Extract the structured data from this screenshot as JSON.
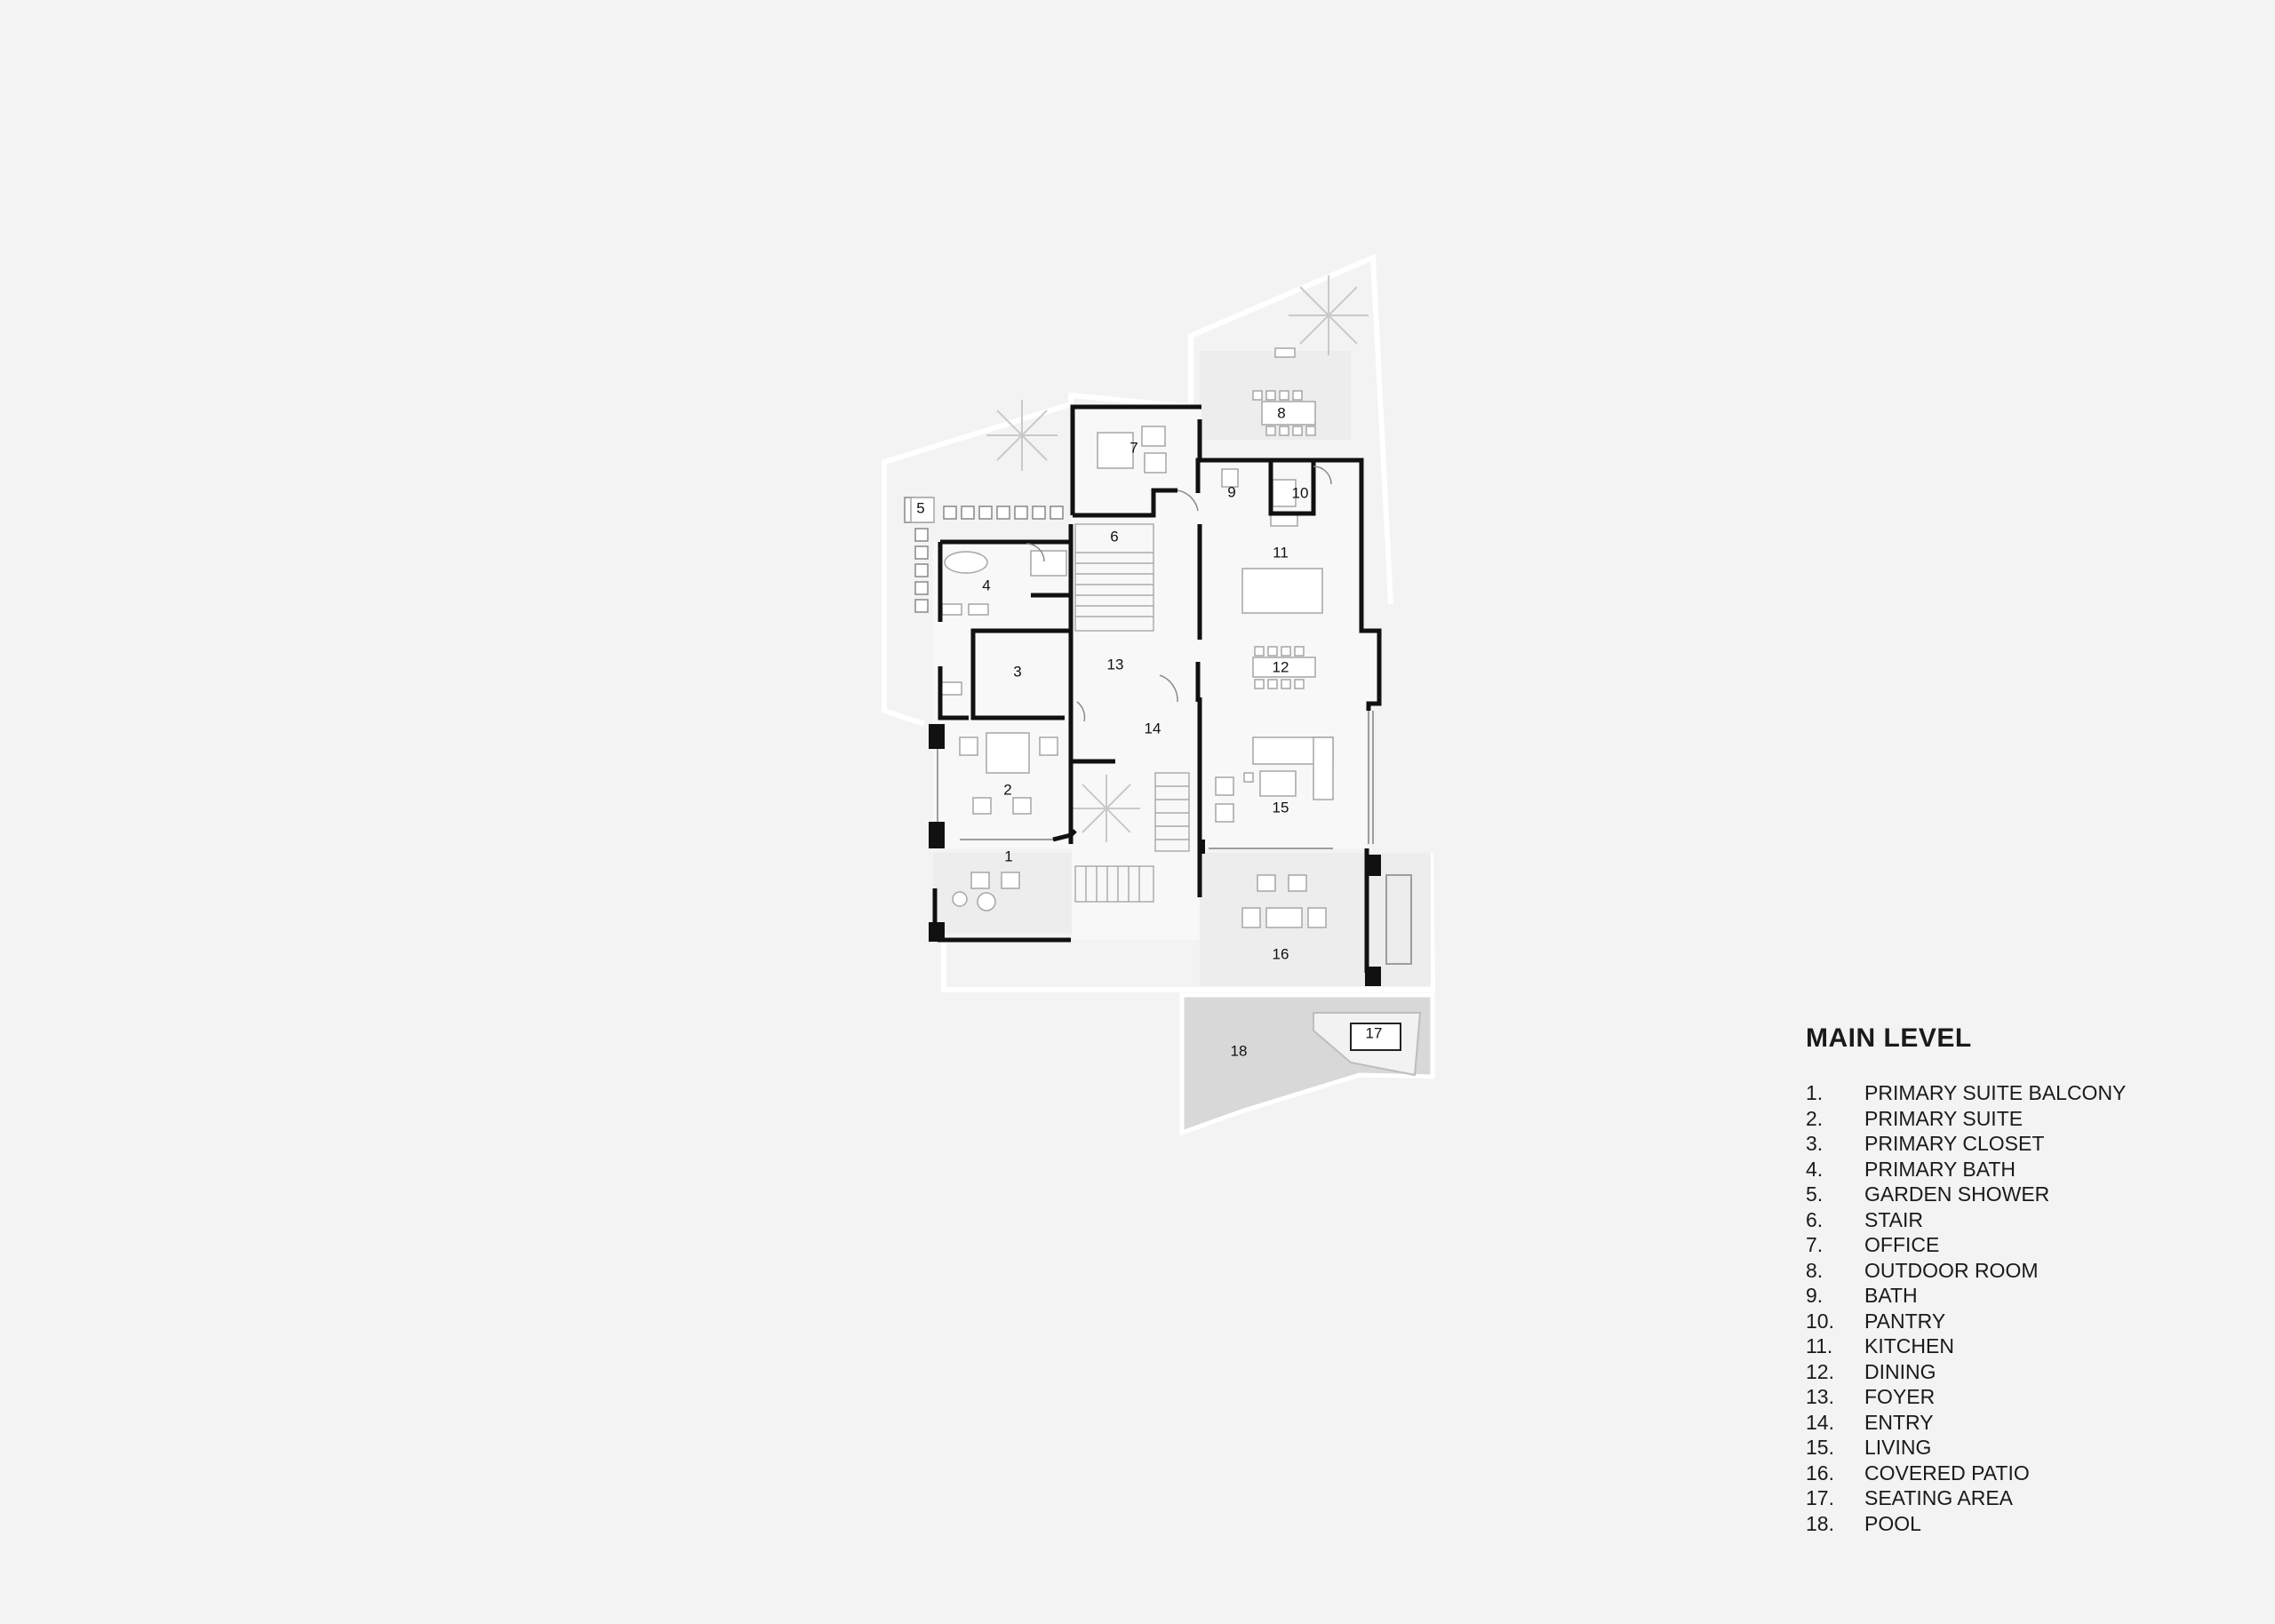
{
  "legend": {
    "title": "MAIN LEVEL",
    "items": [
      {
        "num": "1.",
        "label": "PRIMARY SUITE BALCONY"
      },
      {
        "num": "2.",
        "label": "PRIMARY SUITE"
      },
      {
        "num": "3.",
        "label": "PRIMARY CLOSET"
      },
      {
        "num": "4.",
        "label": "PRIMARY BATH"
      },
      {
        "num": "5.",
        "label": "GARDEN SHOWER"
      },
      {
        "num": "6.",
        "label": "STAIR"
      },
      {
        "num": "7.",
        "label": "OFFICE"
      },
      {
        "num": "8.",
        "label": "OUTDOOR ROOM"
      },
      {
        "num": "9.",
        "label": "BATH"
      },
      {
        "num": "10.",
        "label": "PANTRY"
      },
      {
        "num": "11.",
        "label": "KITCHEN"
      },
      {
        "num": "12.",
        "label": "DINING"
      },
      {
        "num": "13.",
        "label": "FOYER"
      },
      {
        "num": "14.",
        "label": "ENTRY"
      },
      {
        "num": "15.",
        "label": "LIVING"
      },
      {
        "num": "16.",
        "label": "COVERED PATIO"
      },
      {
        "num": "17.",
        "label": "SEATING AREA"
      },
      {
        "num": "18.",
        "label": "POOL"
      }
    ]
  },
  "plan": {
    "room_numbers": [
      "1",
      "2",
      "3",
      "4",
      "5",
      "6",
      "7",
      "8",
      "9",
      "10",
      "11",
      "12",
      "13",
      "14",
      "15",
      "16",
      "17",
      "18"
    ]
  },
  "colors": {
    "background": "#f3f3f3",
    "wall": "#111111",
    "pool": "#d9d9d9",
    "terrace": "#ececec"
  }
}
